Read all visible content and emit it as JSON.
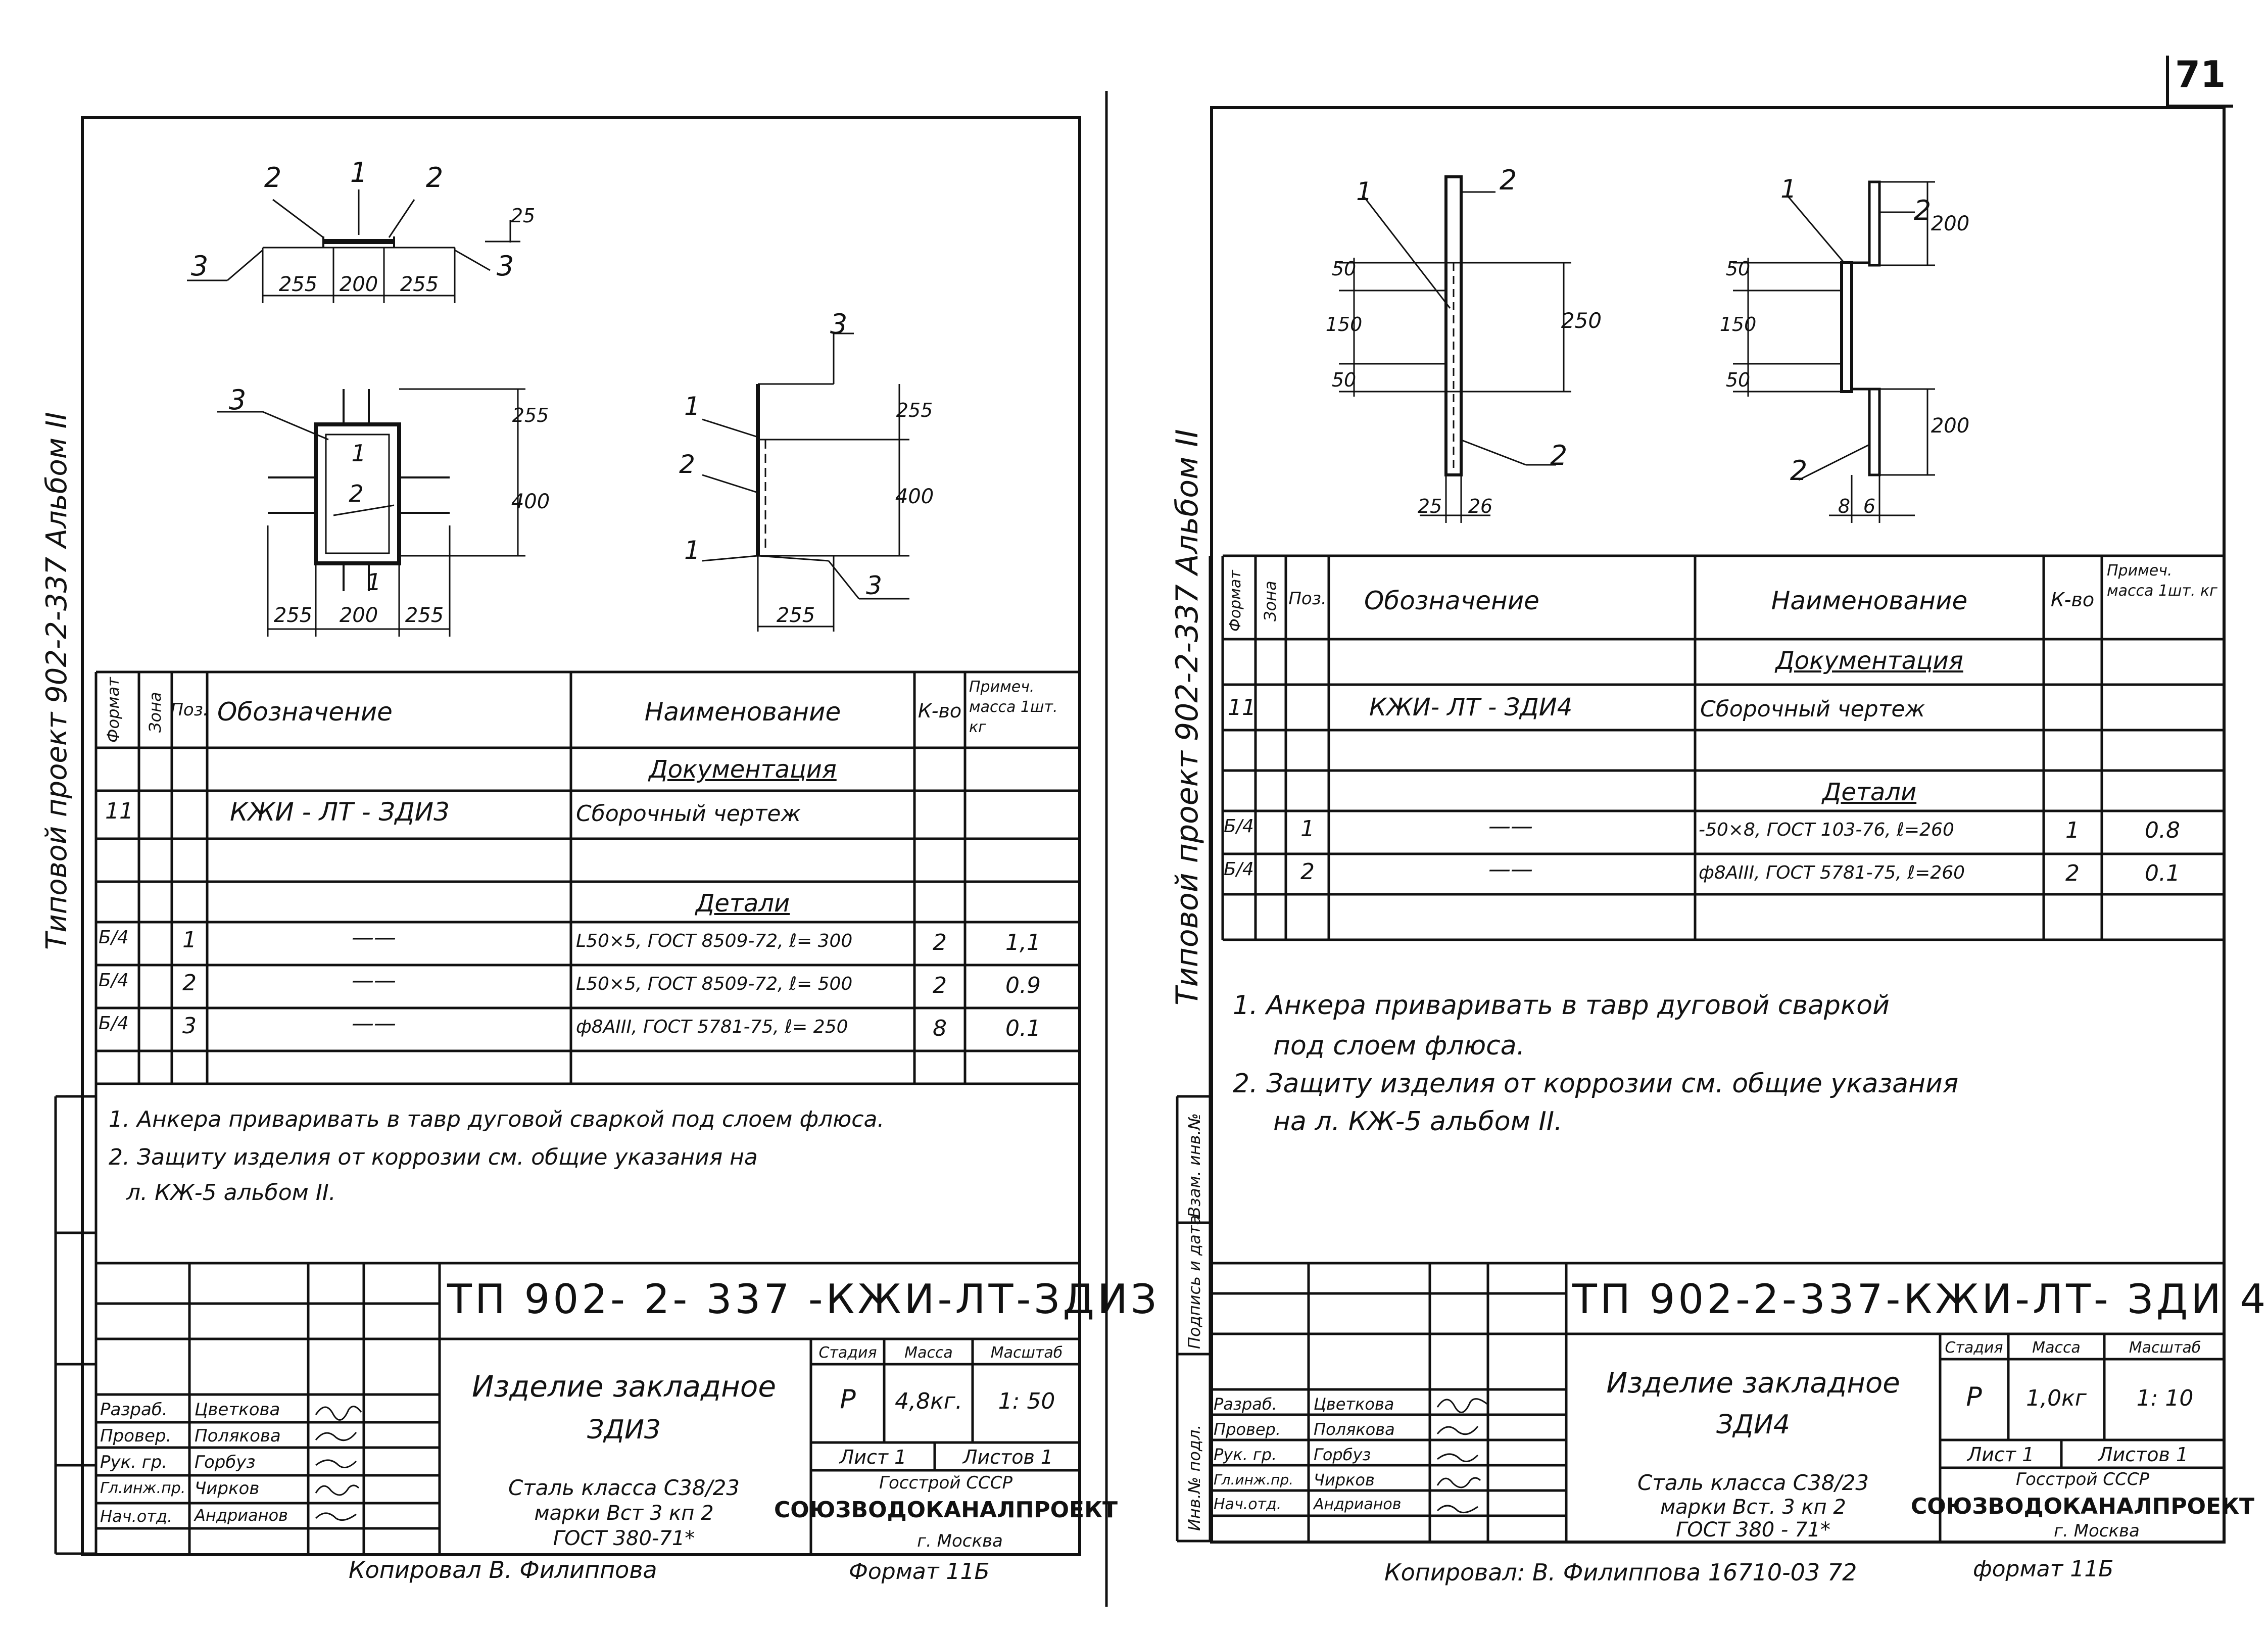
{
  "page_number": "71",
  "left": {
    "side_label": "Типовой проект 902-2-337 Альбом II",
    "drawing_top": {
      "c1": "2",
      "c2": "1",
      "c3": "2",
      "c4": "3",
      "c5": "3",
      "d25": "25",
      "d1": "255",
      "d2": "200",
      "d3": "255"
    },
    "drawing_plan": {
      "c1": "3",
      "c2": "1",
      "c3": "2",
      "c4": "1",
      "d255v": "255",
      "d400": "400",
      "d1": "255",
      "d2": "200",
      "d3": "255"
    },
    "drawing_side": {
      "c3top": "3",
      "c1": "1",
      "c2": "2",
      "c1b": "1",
      "c3b": "3",
      "d255": "255",
      "d400": "400",
      "d255h": "255"
    },
    "table_headers": {
      "format": "Формат",
      "zone": "Зона",
      "pos": "Поз.",
      "designation": "Обозначение",
      "name": "Наименование",
      "qty": "К-во",
      "note": "Примеч. масса 1шт. кг"
    },
    "section_doc": "Документация",
    "section_parts": "Детали",
    "rows": [
      {
        "format": "11",
        "pos": "",
        "designation": "КЖИ - ЛТ - ЗДИ3",
        "name": "Сборочный чертеж",
        "qty": "",
        "note": ""
      },
      {
        "format": "Б/4",
        "pos": "1",
        "designation": "——",
        "name": "L50×5, ГОСТ 8509-72, ℓ= 300",
        "qty": "2",
        "note": "1,1"
      },
      {
        "format": "Б/4",
        "pos": "2",
        "designation": "——",
        "name": "L50×5, ГОСТ 8509-72, ℓ= 500",
        "qty": "2",
        "note": "0.9"
      },
      {
        "format": "Б/4",
        "pos": "3",
        "designation": "——",
        "name": "ф8АIII, ГОСТ 5781-75, ℓ= 250",
        "qty": "8",
        "note": "0.1"
      }
    ],
    "notes": [
      "1. Анкера приваривать в тавр дуговой сваркой под слоем флюса.",
      "2. Защиту изделия от коррозии см. общие указания на",
      "л. КЖ-5 альбом II."
    ],
    "stamp": {
      "code": "ТП 902- 2- 337 -КЖИ-ЛТ-ЗДИЗ",
      "title1": "Изделие закладное",
      "title2": "ЗДИ3",
      "stage_h": "Стадия",
      "mass_h": "Масса",
      "scale_h": "Масштаб",
      "stage": "Р",
      "mass": "4,8кг.",
      "scale": "1: 50",
      "sheet": "Лист 1",
      "sheets": "Листов 1",
      "material1": "Сталь класса С38/23",
      "material2": "марки Вст 3 кп 2",
      "material3": "ГОСТ 380-71*",
      "org1": "Госстрой СССР",
      "org2": "СОЮЗВОДОКАНАЛПРОЕКТ",
      "org3": "г. Москва",
      "people": [
        [
          "Разраб.",
          "Цветкова"
        ],
        [
          "Провер.",
          "Полякова"
        ],
        [
          "Рук. гр.",
          "Горбуз"
        ],
        [
          "Гл.инж.пр.",
          "Чирков"
        ],
        [
          "Нач.отд.",
          "Андрианов"
        ]
      ]
    },
    "copied": "Копировал  В. Филиппова",
    "format": "Формат 11Б"
  },
  "right": {
    "side_label": "Типовой проект 902-2-337 Альбом II",
    "margin_labels": [
      "Инв.№ подл.",
      "Подпись и дата",
      "Взам. инв.№"
    ],
    "drawing_a": {
      "c1": "1",
      "c2": "2",
      "c2b": "2",
      "d50a": "50",
      "d150": "150",
      "d50b": "50",
      "d250": "250",
      "d25": "25",
      "d26": "26"
    },
    "drawing_b": {
      "c1": "1",
      "c2": "2",
      "c2b": "2",
      "d50a": "50",
      "d150": "150",
      "d50b": "50",
      "d200a": "200",
      "d200b": "200",
      "d8": "8",
      "d6": "6"
    },
    "table_headers": {
      "format": "Формат",
      "zone": "Зона",
      "pos": "Поз.",
      "designation": "Обозначение",
      "name": "Наименование",
      "qty": "К-во",
      "note": "Примеч. масса 1шт. кг"
    },
    "section_doc": "Документация",
    "section_parts": "Детали",
    "rows": [
      {
        "format": "11",
        "pos": "",
        "designation": "КЖИ- ЛТ - ЗДИ4",
        "name": "Сборочный чертеж",
        "qty": "",
        "note": ""
      },
      {
        "format": "Б/4",
        "pos": "1",
        "designation": "——",
        "name": "-50×8, ГОСТ 103-76, ℓ=260",
        "qty": "1",
        "note": "0.8"
      },
      {
        "format": "Б/4",
        "pos": "2",
        "designation": "——",
        "name": "ф8АIII, ГОСТ 5781-75, ℓ=260",
        "qty": "2",
        "note": "0.1"
      }
    ],
    "notes": [
      "1. Анкера приваривать в тавр дуговой сваркой",
      "под слоем флюса.",
      "2. Защиту изделия от коррозии см. общие указания",
      "на л. КЖ-5 альбом II."
    ],
    "stamp": {
      "code": "ТП 902-2-337-КЖИ-ЛТ- ЗДИ 4",
      "title1": "Изделие закладное",
      "title2": "ЗДИ4",
      "stage_h": "Стадия",
      "mass_h": "Масса",
      "scale_h": "Масштаб",
      "stage": "Р",
      "mass": "1,0кг",
      "scale": "1: 10",
      "sheet": "Лист 1",
      "sheets": "Листов 1",
      "material1": "Сталь класса С38/23",
      "material2": "марки Вст. 3 кп 2",
      "material3": "ГОСТ 380 - 71*",
      "org1": "Госстрой СССР",
      "org2": "СОЮЗВОДОКАНАЛПРОЕКТ",
      "org3": "г. Москва",
      "people": [
        [
          "Разраб.",
          "Цветкова"
        ],
        [
          "Провер.",
          "Полякова"
        ],
        [
          "Рук. гр.",
          "Горбуз"
        ],
        [
          "Гл.инж.пр.",
          "Чирков"
        ],
        [
          "Нач.отд.",
          "Андрианов"
        ]
      ]
    },
    "copied": "Копировал:  В. Филиппова  16710-03  72",
    "format": "формат 11Б"
  }
}
